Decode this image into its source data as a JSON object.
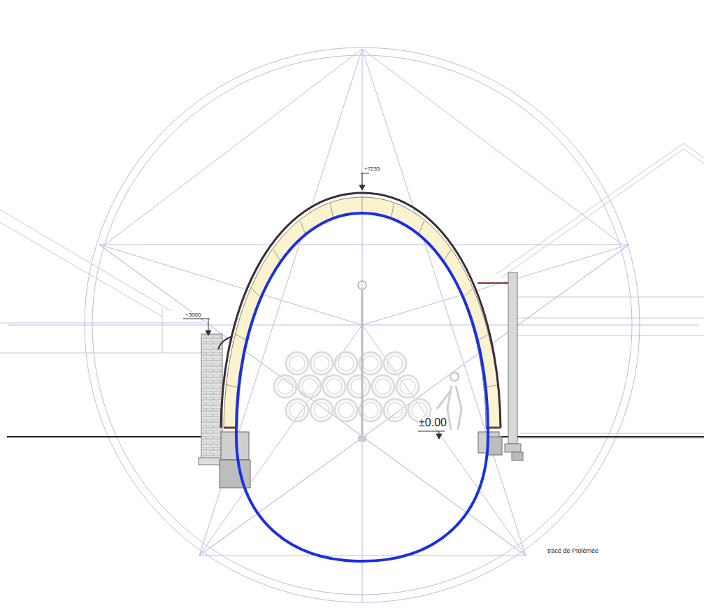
{
  "diagram": {
    "labels": [
      "+7235",
      "+3000",
      "±0.00",
      "tracé de Ptolémée"
    ]
  }
}
